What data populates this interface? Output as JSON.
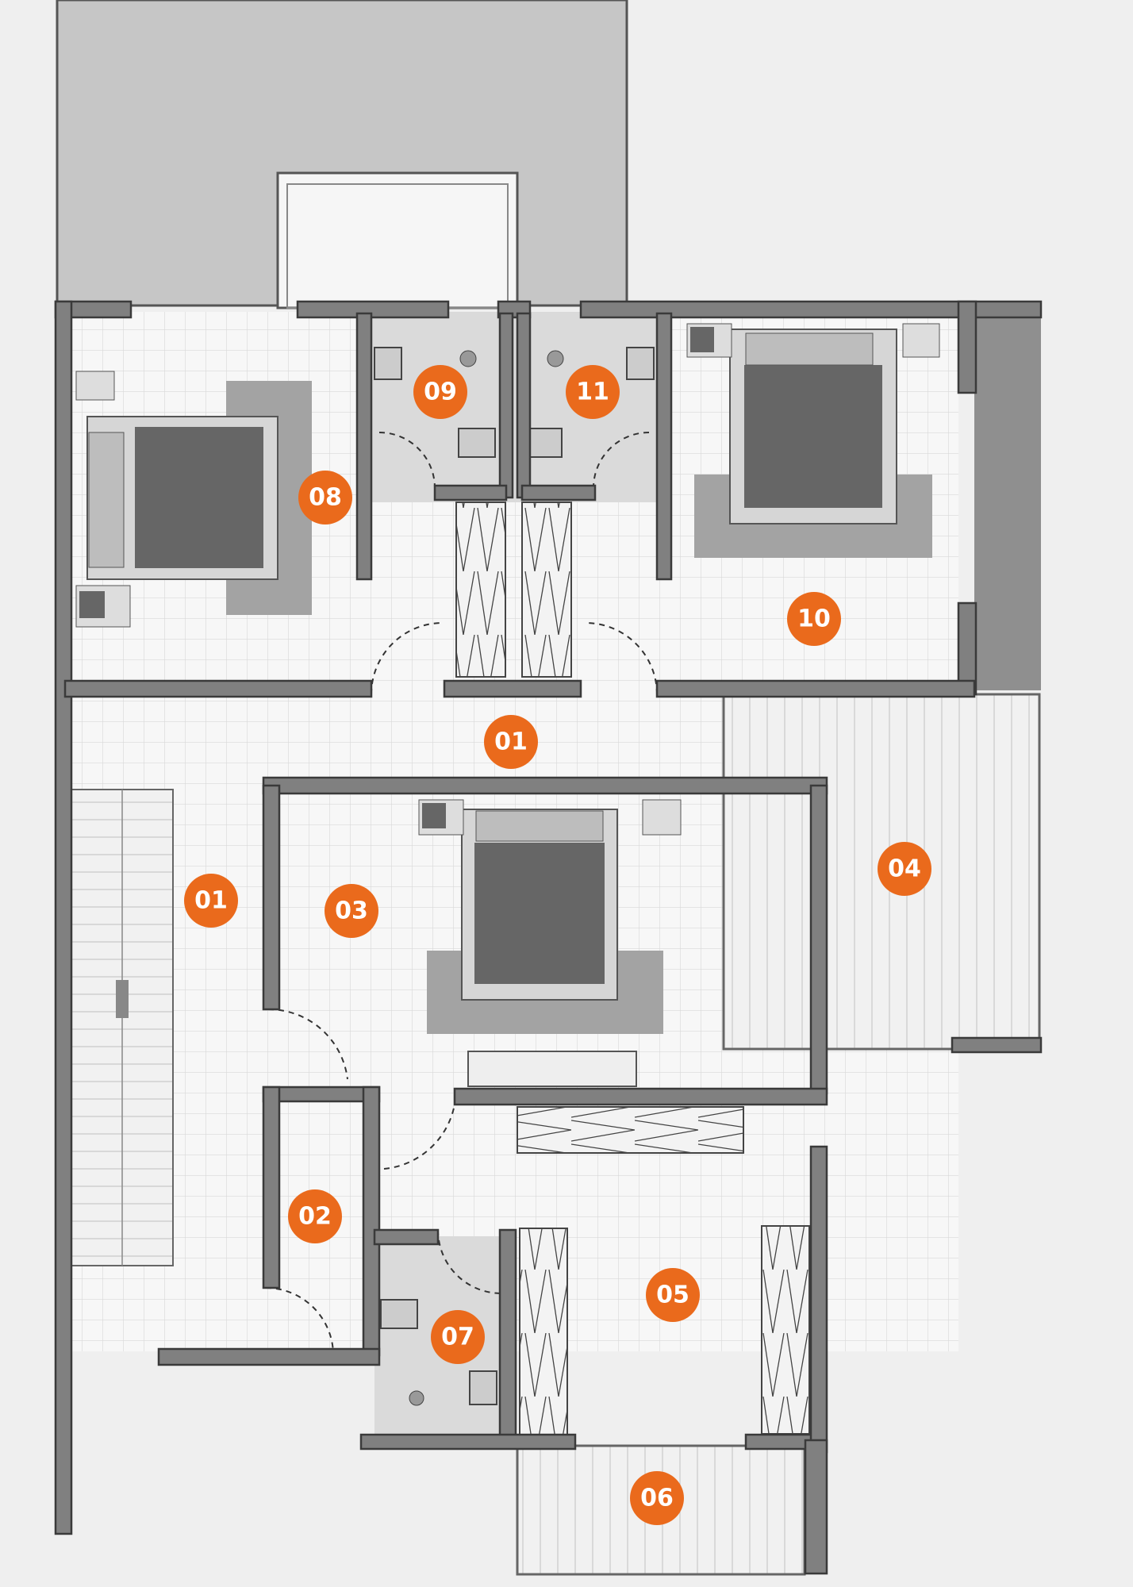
{
  "diagram": {
    "type": "floor-plan",
    "colors": {
      "background": "#efefef",
      "floor_tile": "#f7f7f7",
      "tile_grid": "#d9d9d9",
      "wall": "#808080",
      "wall_outline": "#3a3a3a",
      "rug": "#a3a3a3",
      "bed": "#666666",
      "terrace_roof": "#c6c6c6",
      "marker": "#ea6a1c",
      "marker_text": "#ffffff"
    },
    "markers": [
      {
        "id": "m01a",
        "label": "01"
      },
      {
        "id": "m01b",
        "label": "01"
      },
      {
        "id": "m02",
        "label": "02"
      },
      {
        "id": "m03",
        "label": "03"
      },
      {
        "id": "m04",
        "label": "04"
      },
      {
        "id": "m05",
        "label": "05"
      },
      {
        "id": "m06",
        "label": "06"
      },
      {
        "id": "m07",
        "label": "07"
      },
      {
        "id": "m08",
        "label": "08"
      },
      {
        "id": "m09",
        "label": "09"
      },
      {
        "id": "m10",
        "label": "10"
      },
      {
        "id": "m11",
        "label": "11"
      }
    ]
  }
}
